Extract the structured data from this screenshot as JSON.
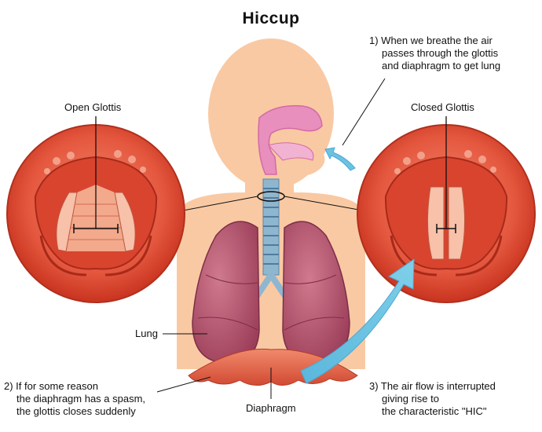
{
  "title": "Hiccup",
  "labels": {
    "open_glottis": "Open Glottis",
    "closed_glottis": "Closed Glottis",
    "lung": "Lung",
    "diaphragm": "Diaphragm"
  },
  "notes": {
    "step1": [
      "1) When we breathe the air",
      "passes through the glottis",
      "and diaphragm to get lung"
    ],
    "step2": [
      "2) If for some reason",
      "the diaphragm has a spasm,",
      "the glottis closes suddenly"
    ],
    "step3": [
      "3) The air flow is interrupted",
      "giving rise to",
      "the characteristic \"HIC\""
    ]
  },
  "colors": {
    "skin": "#f9c9a3",
    "lung": "#b85a73",
    "tissue": "#e0533a",
    "trachea": "#7aa8c8",
    "arrow": "#6cc2e3",
    "nasal": "#e88fbd"
  }
}
